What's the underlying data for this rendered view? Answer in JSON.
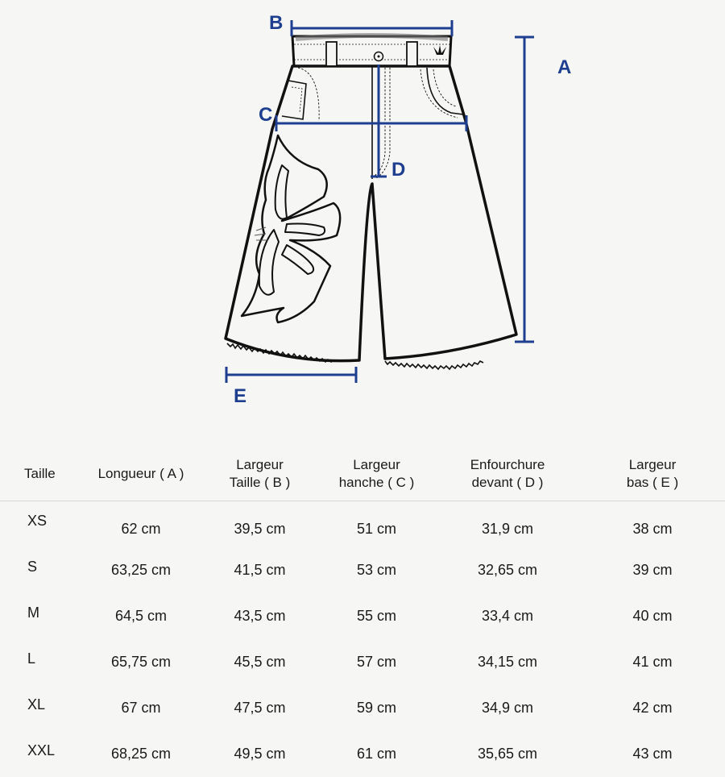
{
  "diagram": {
    "labels": {
      "a": "A",
      "b": "B",
      "c": "C",
      "d": "D",
      "e": "E"
    },
    "colors": {
      "measure_line": "#1e3f8f",
      "garment_outline": "#111111",
      "garment_fill": "#f6f6f4"
    }
  },
  "table": {
    "headers": [
      [
        "Taille"
      ],
      [
        "Longueur ( A )"
      ],
      [
        "Largeur",
        "Taille ( B )"
      ],
      [
        "Largeur",
        "hanche ( C )"
      ],
      [
        "Enfourchure",
        "devant ( D )"
      ],
      [
        "Largeur",
        "bas ( E )"
      ]
    ],
    "rows": [
      [
        "XS",
        "62 cm",
        "39,5 cm",
        "51 cm",
        "31,9 cm",
        "38 cm"
      ],
      [
        "S",
        "63,25 cm",
        "41,5 cm",
        "53 cm",
        "32,65 cm",
        "39 cm"
      ],
      [
        "M",
        "64,5 cm",
        "43,5 cm",
        "55 cm",
        "33,4 cm",
        "40 cm"
      ],
      [
        "L",
        "65,75 cm",
        "45,5 cm",
        "57 cm",
        "34,15 cm",
        "41 cm"
      ],
      [
        "XL",
        "67 cm",
        "47,5 cm",
        "59 cm",
        "34,9 cm",
        "42 cm"
      ],
      [
        "XXL",
        "68,25 cm",
        "49,5 cm",
        "61 cm",
        "35,65 cm",
        "43 cm"
      ]
    ]
  }
}
